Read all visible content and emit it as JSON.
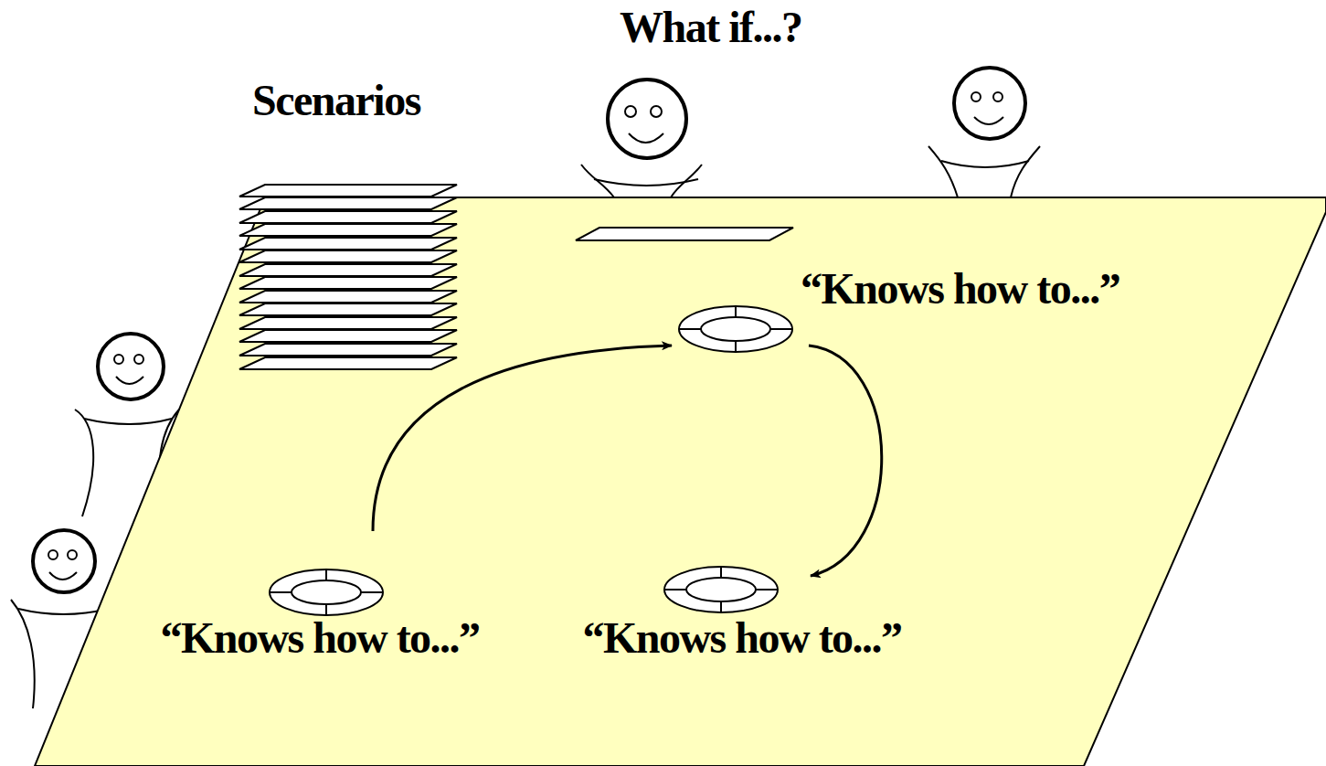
{
  "diagram": {
    "nodes": [
      {
        "text": [
          "“Knows how to...”"
        ]
      },
      {
        "text": [
          "“Knows how to...”"
        ]
      },
      {
        "text": [
          "“Knows how to...”"
        ]
      }
    ],
    "edges": [
      {
        "from": 1,
        "to": 0,
        "arrow": "to"
      },
      {
        "from": 0,
        "to": 2,
        "arrow": "to"
      }
    ],
    "labels": [
      "Scenarios",
      "What if...?"
    ]
  }
}
